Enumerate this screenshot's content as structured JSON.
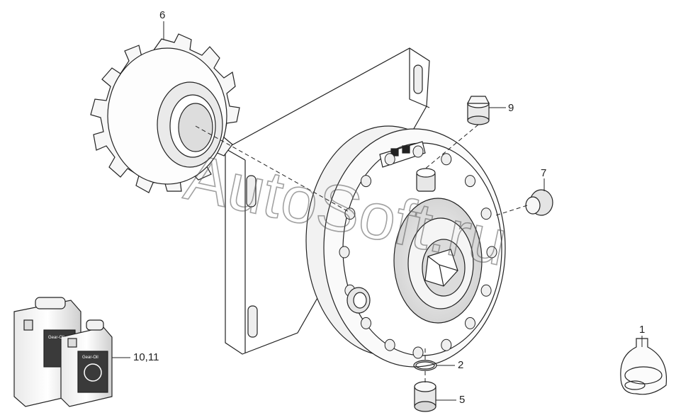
{
  "diagram": {
    "watermark_text": "AutoSoft.ru",
    "canister_label": "Gear-Oil",
    "callouts": [
      {
        "id": "c6",
        "label": "6"
      },
      {
        "id": "c9",
        "label": "9"
      },
      {
        "id": "c7",
        "label": "7"
      },
      {
        "id": "c1",
        "label": "1"
      },
      {
        "id": "c2",
        "label": "2"
      },
      {
        "id": "c5",
        "label": "5"
      },
      {
        "id": "c10",
        "label": "10,11"
      }
    ]
  }
}
